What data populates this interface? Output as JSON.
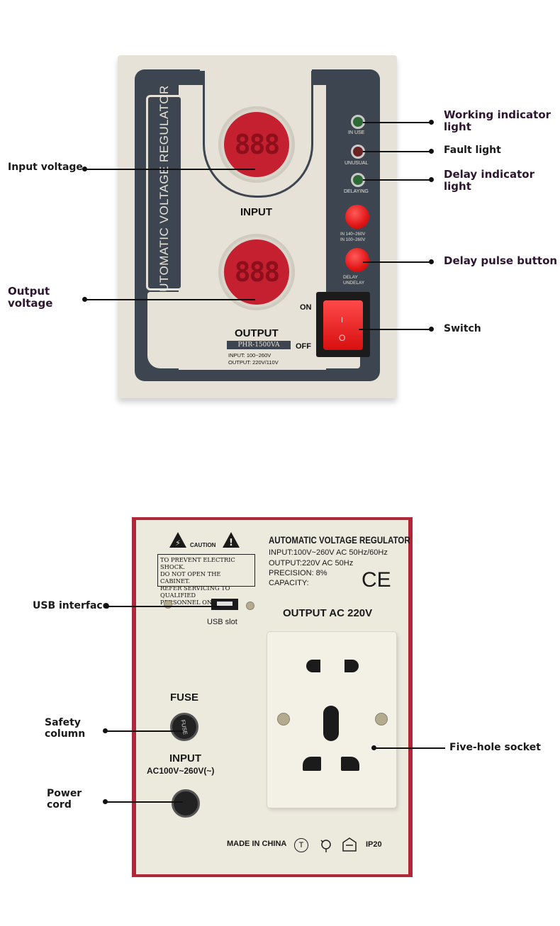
{
  "front": {
    "brand_vertical": "AUTOMATIC VOLTAGE REGULATOR",
    "input_display": "888",
    "output_display": "888",
    "input_label": "INPUT",
    "output_label": "OUTPUT",
    "model": "PHR-1500VA",
    "spec_input": "INPUT: 100~260V",
    "spec_output": "OUTPUT: 220V/110V",
    "on_label": "ON",
    "off_label": "OFF",
    "led_in_use": "IN USE",
    "led_unusual": "UNUSUAL",
    "led_delaying": "DELAYING",
    "range_a": "IN 140~260V",
    "range_b": "IN 100~260V",
    "delay": "DELAY",
    "undelay": "UNDELAY",
    "switch_on_mark": "I",
    "switch_off_mark": "O"
  },
  "callouts": {
    "working_light": "Working indicator light",
    "fault_light": "Fault light",
    "delay_light": "Delay indicator light",
    "delay_button": "Delay pulse button",
    "switch": "Switch",
    "input_voltage": "Input voltage",
    "output_voltage": "Output voltage",
    "usb": "USB interface",
    "safety": "Safety column",
    "power_cord": "Power cord",
    "socket": "Five-hole socket"
  },
  "back": {
    "caution_title": "CAUTION",
    "caution_lines": [
      "TO PREVENT ELECTRIC SHOCK.",
      "DO NOT OPEN THE CABINET.",
      "REFER SERVICING TO QUALIFIED",
      "PERSONNEL ONLY"
    ],
    "title": "AUTOMATIC VOLTAGE REGULATOR",
    "input_spec": "INPUT:100V~260V AC 50Hz/60Hz",
    "output_spec": "OUTPUT:220V AC 50Hz",
    "precision": "PRECISION:  8%",
    "capacity": "CAPACITY:",
    "ce": "CE",
    "usb_slot": "USB slot",
    "output_ac": "OUTPUT AC 220V",
    "fuse": "FUSE",
    "fuse_cap": "FUSE",
    "input_label": "INPUT",
    "input_range": "AC100V~260V(~)",
    "made_in": "MADE IN CHINA",
    "t_mark": "T",
    "ip": "IP20"
  }
}
